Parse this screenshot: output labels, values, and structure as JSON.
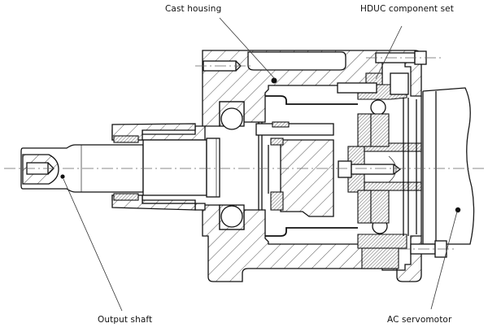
{
  "figure": {
    "type": "engineering cross-section drawing",
    "labels": {
      "cast_housing": "Cast housing",
      "hduc_component_set": "HDUC component set",
      "output_shaft": "Output shaft",
      "ac_servomotor": "AC servomotor"
    },
    "components": [
      {
        "id": "cast-housing",
        "name": "Cast housing"
      },
      {
        "id": "hduc-component-set",
        "name": "HDUC component set"
      },
      {
        "id": "output-shaft",
        "name": "Output shaft"
      },
      {
        "id": "ac-servomotor",
        "name": "AC servomotor"
      }
    ]
  }
}
